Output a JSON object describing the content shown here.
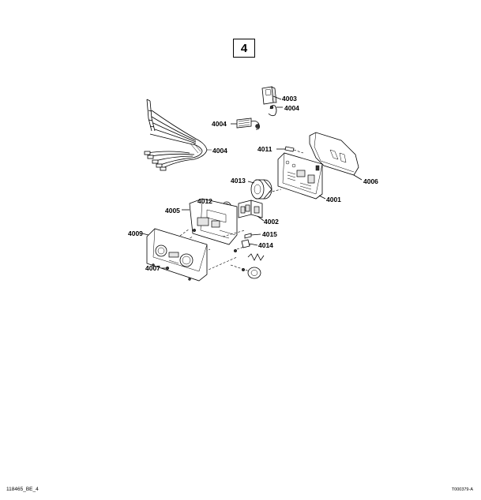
{
  "section_number": "4",
  "footer": {
    "left_code": "118465_BE_4",
    "right_code": "T000379-A"
  },
  "part_labels": {
    "p4003": "4003",
    "p4004a": "4004",
    "p4004b": "4004",
    "p4004c": "4004",
    "p4011": "4011",
    "p4006": "4006",
    "p4013": "4013",
    "p4001": "4001",
    "p4012": "4012",
    "p4005": "4005",
    "p4002": "4002",
    "p4009": "4009",
    "p4015": "4015",
    "p4014": "4014",
    "p4007": "4007"
  }
}
